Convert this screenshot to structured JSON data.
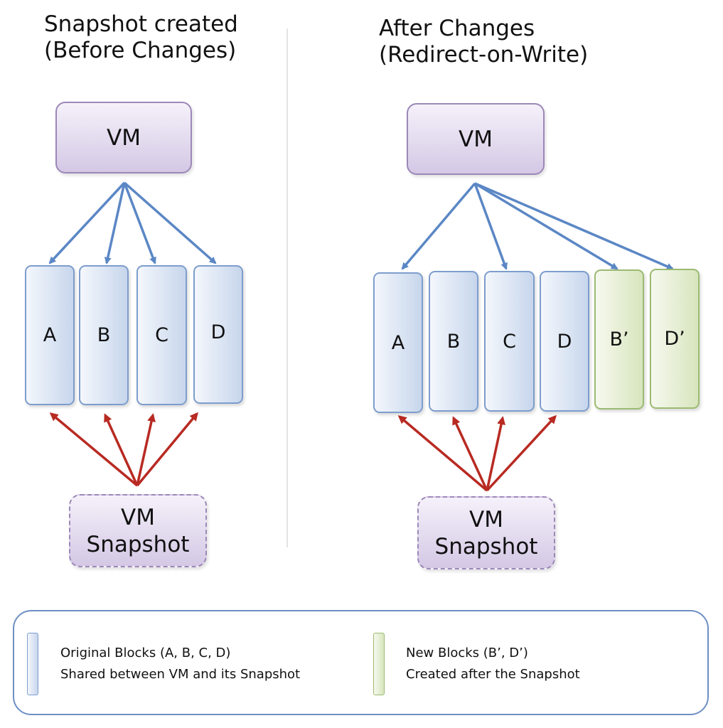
{
  "left_panel": {
    "title_line1": "Snapshot created",
    "title_line2": "(Before Changes)",
    "vm_label": "VM",
    "snapshot_label_line1": "VM",
    "snapshot_label_line2": "Snapshot",
    "blocks": [
      "A",
      "B",
      "C",
      "D"
    ]
  },
  "right_panel": {
    "title_line1": "After Changes",
    "title_line2": "(Redirect-on-Write)",
    "vm_label": "VM",
    "snapshot_label_line1": "VM",
    "snapshot_label_line2": "Snapshot",
    "blocks": [
      "A",
      "B",
      "C",
      "D"
    ],
    "new_blocks": [
      "B’",
      "D’"
    ]
  },
  "legend": {
    "original_line1": "Original Blocks (A, B, C, D)",
    "original_line2": "Shared between VM and its Snapshot",
    "new_line1": "New Blocks (B’, D’)",
    "new_line2": "Created after the Snapshot"
  },
  "colors": {
    "vm_pointer_arrow": "#5b87c5",
    "snapshot_pointer_arrow": "#b82a22",
    "original_block": "#c7d6ec",
    "new_block": "#d7e5bd",
    "vm_box": "#d4c8e5"
  }
}
